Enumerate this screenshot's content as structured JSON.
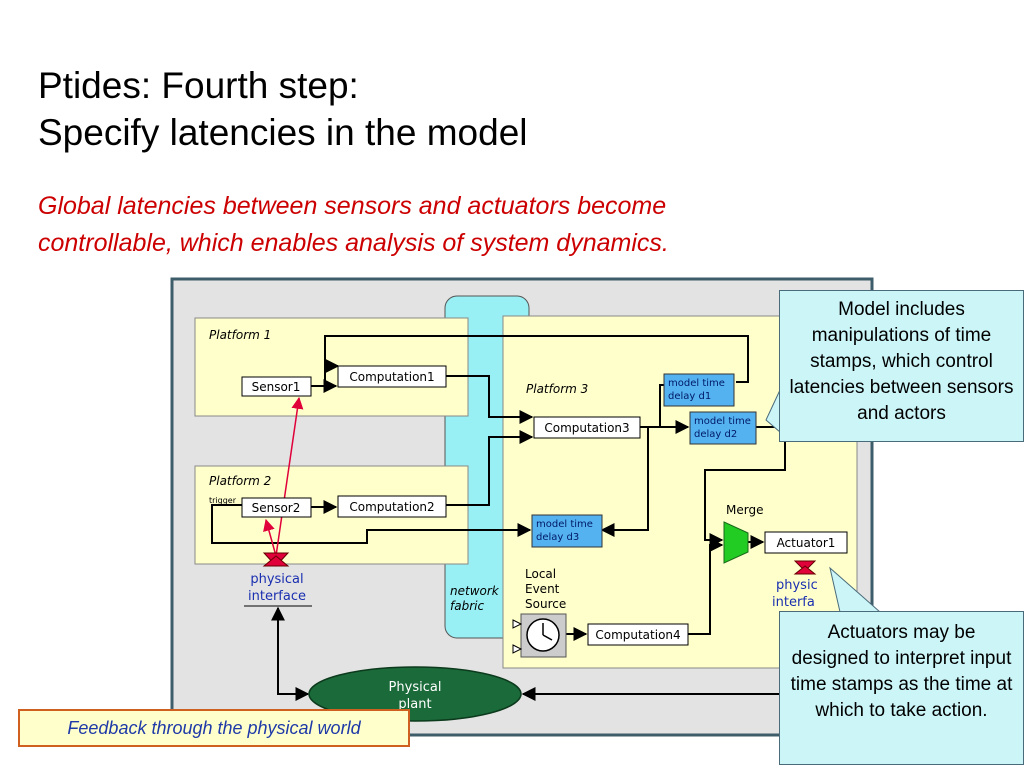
{
  "slide": {
    "title_line1": "Ptides: Fourth step:",
    "title_line2": "Specify latencies in the model",
    "subtitle_line1": "Global latencies between sensors and actuators become",
    "subtitle_line2": "controllable, which enables analysis of system dynamics."
  },
  "diagram": {
    "platform1": "Platform 1",
    "platform2": "Platform 2",
    "platform3": "Platform 3",
    "sensor1": "Sensor1",
    "sensor2": "Sensor2",
    "computation1": "Computation1",
    "computation2": "Computation2",
    "computation3": "Computation3",
    "computation4": "Computation4",
    "delay_d1_line1": "model time",
    "delay_d1_line2": "delay d1",
    "delay_d2_line1": "model time",
    "delay_d2_line2": "delay d2",
    "delay_d3_line1": "model time",
    "delay_d3_line2": "delay d3",
    "trigger": "trigger",
    "merge": "Merge",
    "actuator1": "Actuator1",
    "local_event_line1": "Local",
    "local_event_line2": "Event",
    "local_event_line3": "Source",
    "network_line1": "network",
    "network_line2": "fabric",
    "physical_interface_line1": "physical",
    "physical_interface_line2": "interface",
    "physical_interface2_line1": "physic",
    "physical_interface2_line2": "interfa",
    "plant_line1": "Physical",
    "plant_line2": "plant"
  },
  "callouts": {
    "model": "Model includes manipulations of time stamps, which control latencies between sensors and actors",
    "actuators": "Actuators may be designed to interpret input time stamps as the time at which to take action.",
    "feedback": "Feedback through the physical world"
  },
  "colors": {
    "title": "#000000",
    "subtitle": "#cc0000",
    "platform_fill": "#ffffcc",
    "network_fill": "#99f0f4",
    "delay_fill": "#55b2f0",
    "callout_fill": "#ccf5f8",
    "plant_fill": "#1a6a3a",
    "merge_fill": "#22cc22",
    "feedback_border": "#d06020",
    "feedback_text": "#1f3aa8"
  }
}
